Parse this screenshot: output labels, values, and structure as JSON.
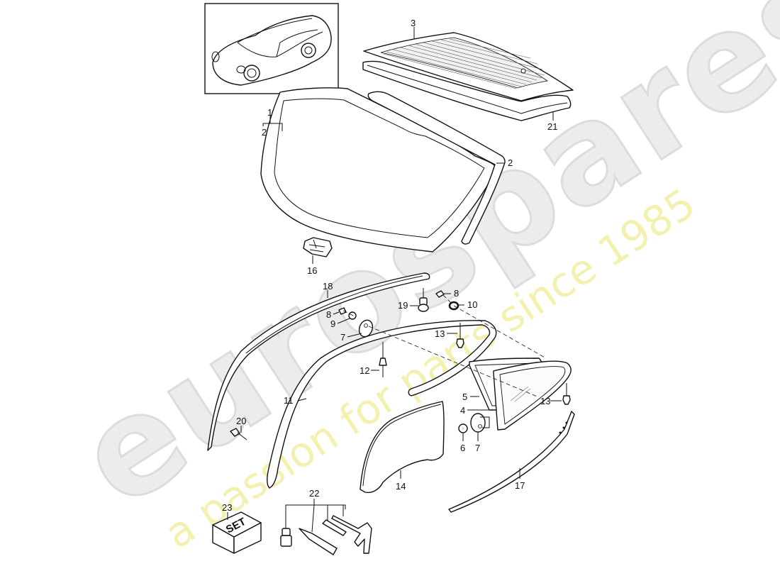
{
  "diagram": {
    "subject": "Porsche 911 coupe glazing - windshield, rear window, side windows, seals and trims",
    "thumbnail": {
      "label": "vehicle-thumbnail"
    },
    "watermark": {
      "logo_text": "eurospares",
      "tagline": "a passion for parts since 1985",
      "logo_color": "#e6e6e6",
      "tagline_color": "#f3f0a8"
    },
    "set_box_label": "SET",
    "callouts": [
      {
        "id": "c1",
        "label": "1",
        "part": "windshield"
      },
      {
        "id": "c2a",
        "label": "2",
        "part": "windshield seal (bracket)"
      },
      {
        "id": "c2b",
        "label": "2",
        "part": "windshield seal"
      },
      {
        "id": "c3",
        "label": "3",
        "part": "rear window"
      },
      {
        "id": "c4",
        "label": "4",
        "part": "rear side window"
      },
      {
        "id": "c5",
        "label": "5",
        "part": "rear side window seal"
      },
      {
        "id": "c6",
        "label": "6",
        "part": "washer"
      },
      {
        "id": "c7a",
        "label": "7",
        "part": "cap"
      },
      {
        "id": "c7b",
        "label": "7",
        "part": "cap"
      },
      {
        "id": "c8a",
        "label": "8",
        "part": "screw"
      },
      {
        "id": "c8b",
        "label": "8",
        "part": "screw"
      },
      {
        "id": "c9",
        "label": "9",
        "part": "washer"
      },
      {
        "id": "c10",
        "label": "10",
        "part": "grommet"
      },
      {
        "id": "c11",
        "label": "11",
        "part": "roof frame seal"
      },
      {
        "id": "c12",
        "label": "12",
        "part": "clip"
      },
      {
        "id": "c13a",
        "label": "13",
        "part": "clip"
      },
      {
        "id": "c13b",
        "label": "13",
        "part": "clip"
      },
      {
        "id": "c14",
        "label": "14",
        "part": "door window"
      },
      {
        "id": "c16",
        "label": "16",
        "part": "mirror base"
      },
      {
        "id": "c17",
        "label": "17",
        "part": "trim strip"
      },
      {
        "id": "c18",
        "label": "18",
        "part": "A-pillar trim"
      },
      {
        "id": "c19",
        "label": "19",
        "part": "stud"
      },
      {
        "id": "c20",
        "label": "20",
        "part": "clip"
      },
      {
        "id": "c21",
        "label": "21",
        "part": "rear window seal"
      },
      {
        "id": "c22",
        "label": "22",
        "part": "adhesive kit"
      },
      {
        "id": "c23",
        "label": "23",
        "part": "repair set"
      }
    ]
  }
}
